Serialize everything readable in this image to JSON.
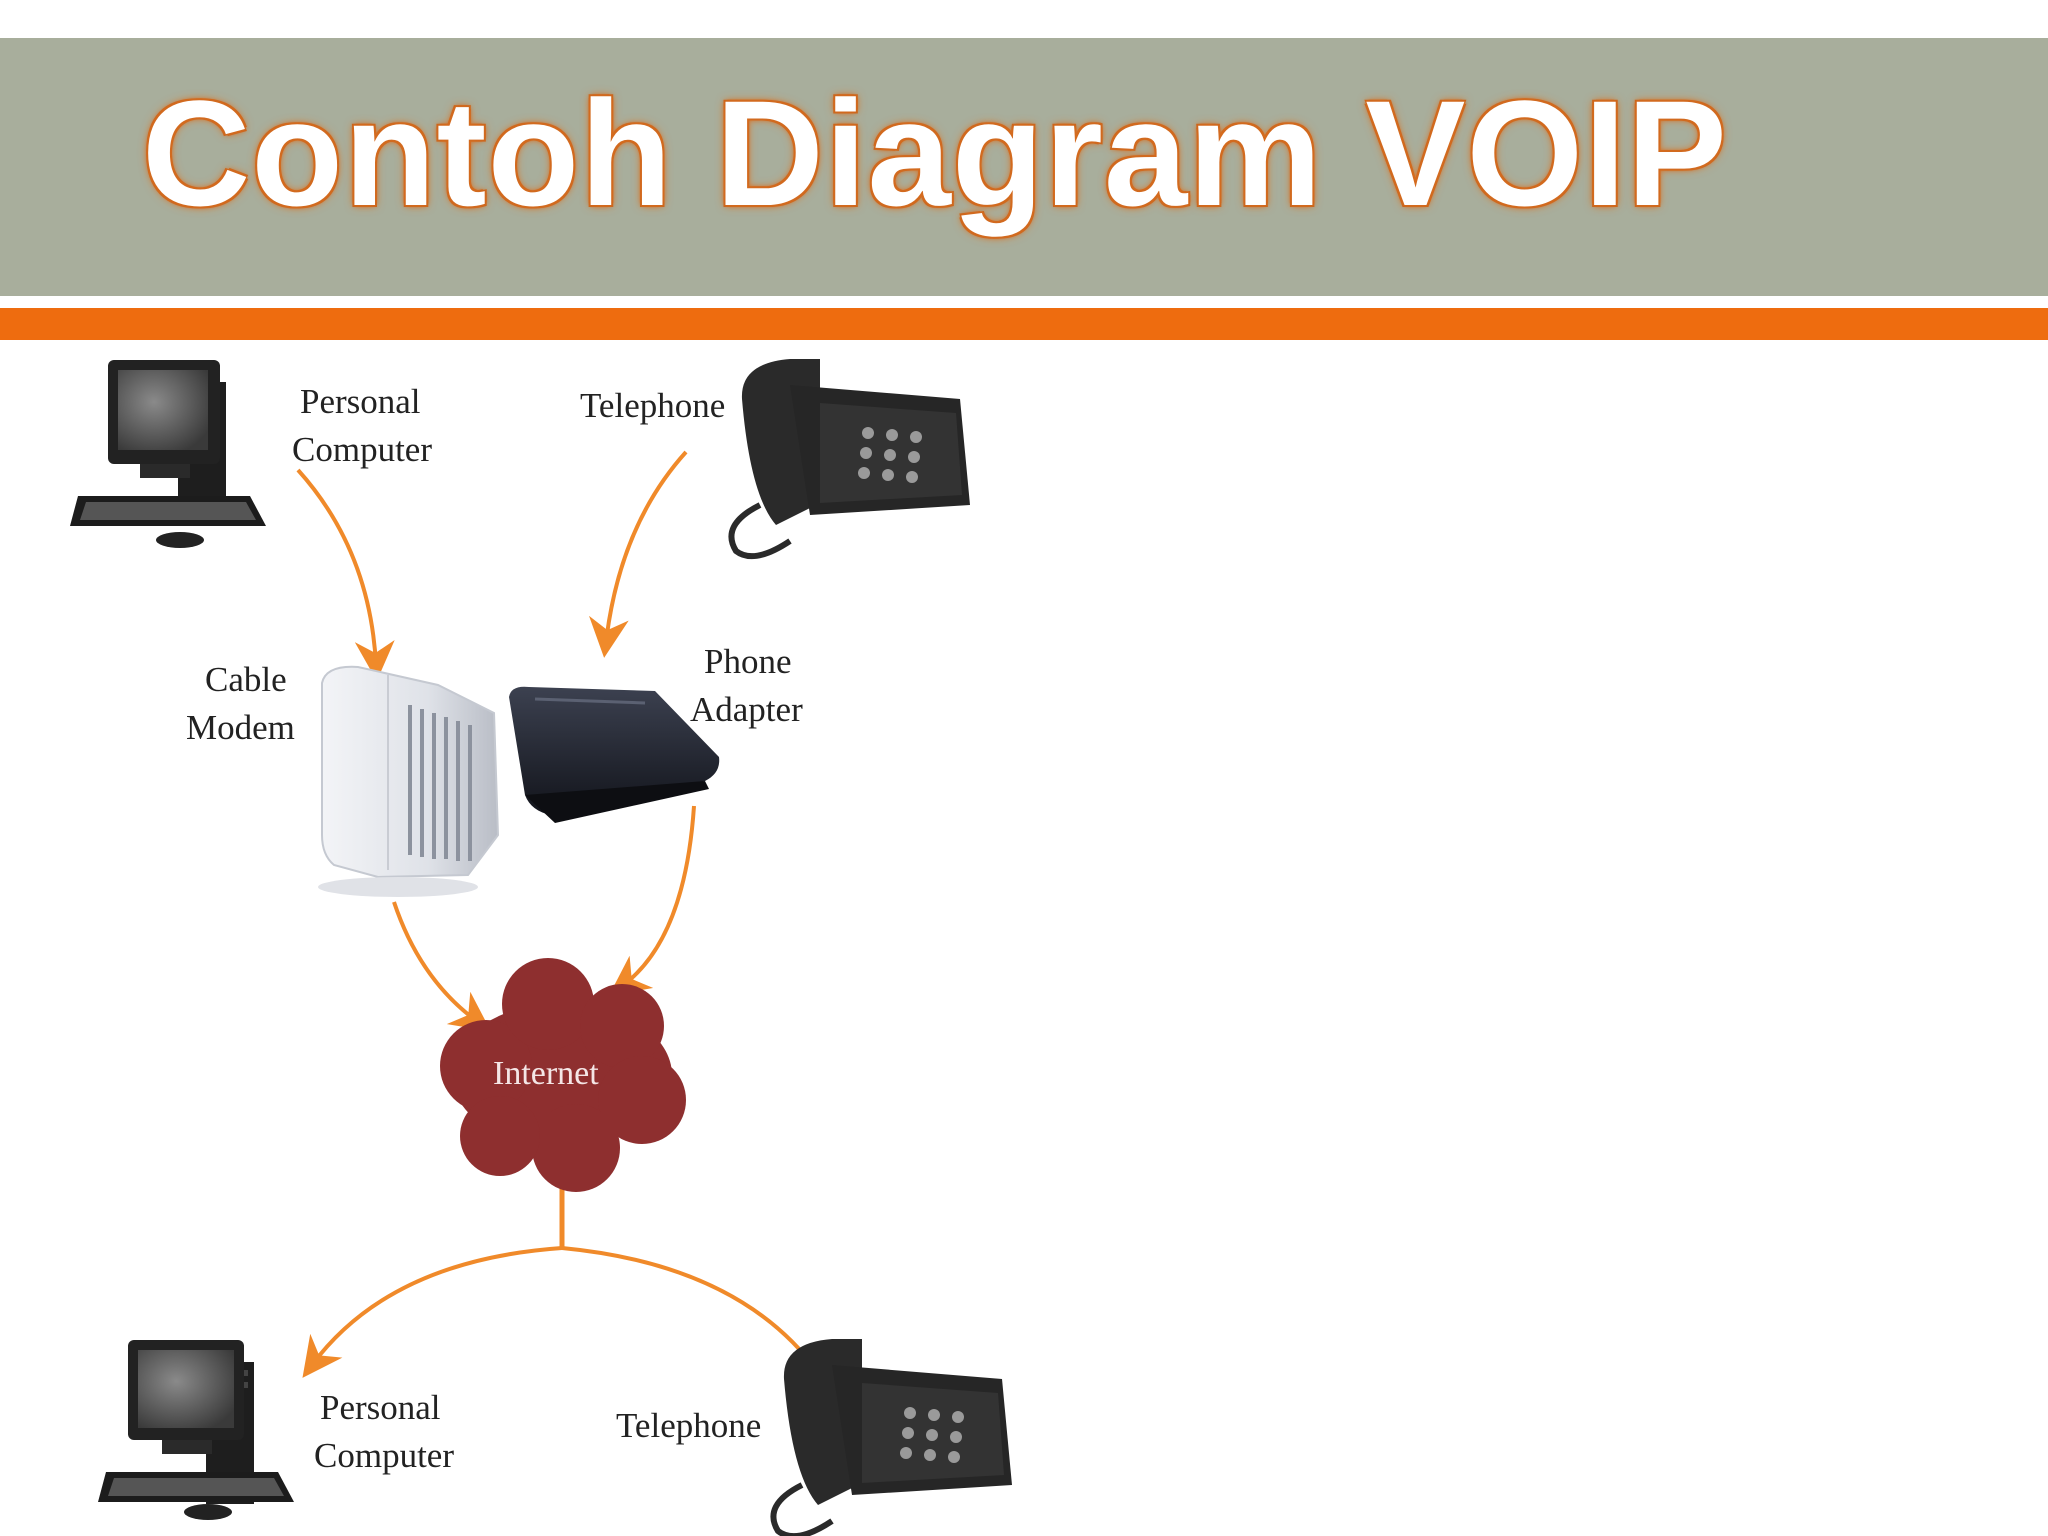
{
  "slide": {
    "title": "Contoh Diagram VOIP"
  },
  "colors": {
    "title_band": "#a8ae9c",
    "accent_bar": "#ee6c0f",
    "title_glow": "#d2691e",
    "arrow": "#f08a2a",
    "cloud": "#8e2f2f"
  },
  "diagram": {
    "nodes": {
      "pc_top": {
        "label_line1": "Personal",
        "label_line2": "Computer",
        "icon": "desktop-computer-icon"
      },
      "phone_top": {
        "label": "Telephone",
        "icon": "desk-telephone-icon"
      },
      "modem": {
        "label_line1": "Cable",
        "label_line2": "Modem",
        "icon": "cable-modem-icon"
      },
      "adapter": {
        "label_line1": "Phone",
        "label_line2": "Adapter",
        "icon": "phone-adapter-icon"
      },
      "internet": {
        "label": "Internet",
        "icon": "cloud-icon"
      },
      "pc_bottom": {
        "label_line1": "Personal",
        "label_line2": "Computer",
        "icon": "desktop-computer-icon"
      },
      "phone_bottom": {
        "label": "Telephone",
        "icon": "desk-telephone-icon"
      }
    },
    "edges": [
      {
        "from": "pc_top",
        "to": "modem"
      },
      {
        "from": "phone_top",
        "to": "adapter"
      },
      {
        "from": "modem",
        "to": "internet"
      },
      {
        "from": "adapter",
        "to": "internet"
      },
      {
        "from": "internet",
        "to": "pc_bottom"
      },
      {
        "from": "internet",
        "to": "phone_bottom"
      }
    ]
  }
}
